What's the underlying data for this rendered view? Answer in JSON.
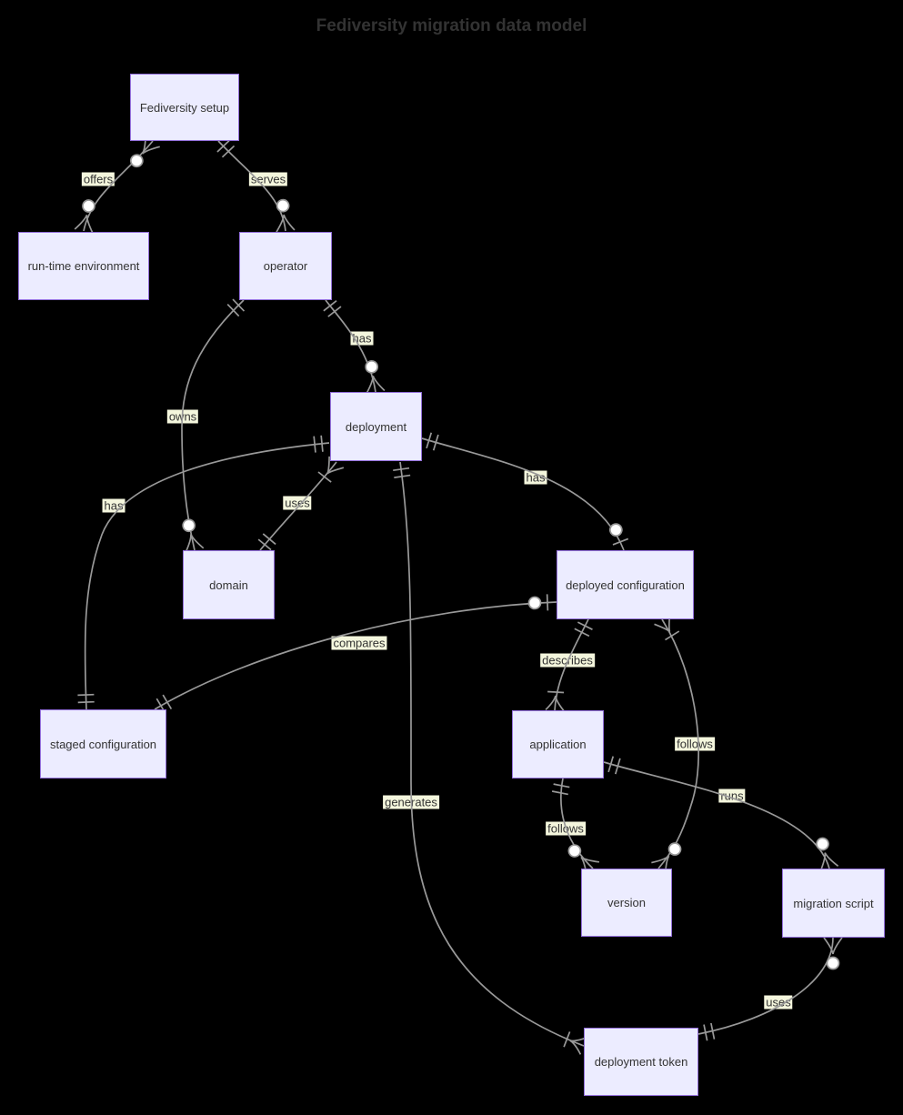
{
  "title": "Fediversity migration data model",
  "colors": {
    "background": "#000000",
    "entity_fill": "#ECECFF",
    "entity_border": "#9370DB",
    "line": "#999999",
    "label_background": "#f4f6dd",
    "text": "#333333"
  },
  "entities": [
    {
      "id": "fediversity-setup",
      "label": "Fediversity setup"
    },
    {
      "id": "run-time-environment",
      "label": "run-time environment"
    },
    {
      "id": "operator",
      "label": "operator"
    },
    {
      "id": "deployment",
      "label": "deployment"
    },
    {
      "id": "domain",
      "label": "domain"
    },
    {
      "id": "deployed-configuration",
      "label": "deployed configuration"
    },
    {
      "id": "staged-configuration",
      "label": "staged configuration"
    },
    {
      "id": "application",
      "label": "application"
    },
    {
      "id": "version",
      "label": "version"
    },
    {
      "id": "migration-script",
      "label": "migration script"
    },
    {
      "id": "deployment-token",
      "label": "deployment token"
    }
  ],
  "relationships": [
    {
      "from": "Fediversity setup",
      "to": "run-time environment",
      "label": "offers",
      "from_cardinality": "zero-or-many",
      "to_cardinality": "zero-or-many"
    },
    {
      "from": "Fediversity setup",
      "to": "operator",
      "label": "serves",
      "from_cardinality": "exactly-one",
      "to_cardinality": "zero-or-many"
    },
    {
      "from": "operator",
      "to": "deployment",
      "label": "has",
      "from_cardinality": "exactly-one",
      "to_cardinality": "zero-or-many"
    },
    {
      "from": "operator",
      "to": "domain",
      "label": "owns",
      "from_cardinality": "exactly-one",
      "to_cardinality": "zero-or-many"
    },
    {
      "from": "deployment",
      "to": "domain",
      "label": "uses",
      "from_cardinality": "one-or-many",
      "to_cardinality": "exactly-one"
    },
    {
      "from": "deployment",
      "to": "deployed configuration",
      "label": "has",
      "from_cardinality": "exactly-one",
      "to_cardinality": "zero-or-one"
    },
    {
      "from": "deployment",
      "to": "staged configuration",
      "label": "has",
      "from_cardinality": "exactly-one",
      "to_cardinality": "exactly-one"
    },
    {
      "from": "staged configuration",
      "to": "deployed configuration",
      "label": "compares",
      "from_cardinality": "exactly-one",
      "to_cardinality": "zero-or-one"
    },
    {
      "from": "deployed configuration",
      "to": "application",
      "label": "describes",
      "from_cardinality": "exactly-one",
      "to_cardinality": "one-or-many"
    },
    {
      "from": "deployed configuration",
      "to": "version",
      "label": "follows",
      "from_cardinality": "one-or-many",
      "to_cardinality": "zero-or-many"
    },
    {
      "from": "application",
      "to": "version",
      "label": "follows",
      "from_cardinality": "exactly-one",
      "to_cardinality": "zero-or-many"
    },
    {
      "from": "application",
      "to": "migration script",
      "label": "runs",
      "from_cardinality": "exactly-one",
      "to_cardinality": "zero-or-many"
    },
    {
      "from": "deployment",
      "to": "deployment token",
      "label": "generates",
      "from_cardinality": "exactly-one",
      "to_cardinality": "one-or-many"
    },
    {
      "from": "migration script",
      "to": "deployment token",
      "label": "uses",
      "from_cardinality": "zero-or-many",
      "to_cardinality": "exactly-one"
    }
  ]
}
